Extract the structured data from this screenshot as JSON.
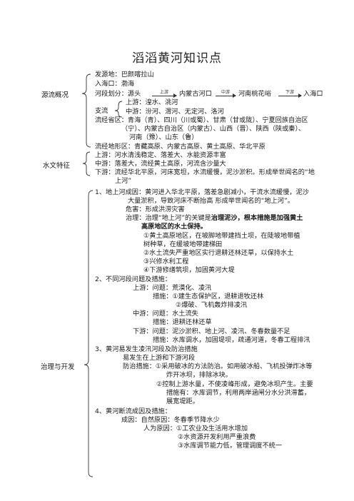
{
  "title": "滔滔黄河知识点",
  "categories": {
    "source": "源流概况",
    "hydro": "水文特征",
    "gov": "治理与开发"
  },
  "source": {
    "origin": "发源地：巴颜喀拉山",
    "mouth": "入海口：渤海",
    "division_label": "河段划分：源头",
    "div_a1": "上游",
    "div_p1": "内蒙古河口",
    "div_a2": "中游",
    "div_p2": "河南桃花峪",
    "div_a3": "下游",
    "div_p3": "入海口",
    "trib_label": "支流",
    "trib_up": "上游：湟水、洮河",
    "trib_mid": "中游：汾河、渭河、无定河、洛河",
    "prov_1": "流经省区：青海（青）、四川（川或蜀）、甘肃（甘或陇）、宁夏回族自治区",
    "prov_2": "（宁）、内蒙古自治区（内蒙古）、山西（晋）、陕西（陕或秦）、",
    "prov_3": "河南（豫）、山东（鲁）",
    "terrain": "流经地形区：青藏高原、内蒙古高原、黄土高原、华北平原"
  },
  "hydro": {
    "up": "上游：河水清浅稳定、落差大、水能资源丰富",
    "mid": "中游：落差大，流经黄土高原，河流含沙量大",
    "down_1": "下游：流经华北平原，河床宽坦，水流缓慢，泥沙淤积。形成举世闻名的“地",
    "down_2": "上河”"
  },
  "gov": {
    "s1_1": "1、地上河成因：黄河进入华北平原，落差急剧减小，干流水流缓慢，泥沙",
    "s1_2": "大量淤积，导致河床不断抬高 形成举世闻名的“地上河”。",
    "s1_harm": "危害：形成洪涝灾害",
    "s1_ctrl_a": "治理：治理“地上河”的关键是",
    "s1_ctrl_b": "治理泥沙，根本措施是加强黄土",
    "s1_ctrl_c": "高原地区的水土保持。",
    "s1_m1a": "①黄土高原地区，在坡脚地带建挡土坝，在陡坡地带植",
    "s1_m1b": "树种草，在缓坡地带建梯田",
    "s1_m2": "②水土流失严重地区实行退耕还林还草，以保持水土",
    "s1_m3": "③兴修水利工程",
    "s1_m4": "④下游修缮筑坝，加固黄河大堤",
    "s2": "2、不同河段问题及措施：",
    "s2_up_p": "上游：问题：荒漠化、凌汛",
    "s2_up_m1": "措施：①建生态保护区，退耕退牧还林",
    "s2_up_m2": "②爆破、飞机轰炸排凌汛",
    "s2_mid_p": "中游：问题：水土流失",
    "s2_mid_m": "措施：退耕还林还草",
    "s2_dn_p": "下游：问题：泥沙淤积、地上河、凌汛、冬春数量不足",
    "s2_dn_m": "措施：水库调水，加固堤坝，疏通河道，冬春工程排汛",
    "s3": "3、黄河易发生凌汛河段及防治措施",
    "s3_a": "易发生在上游和下游河段",
    "s3_b1": "防治措施：①采用破冰的方法防治。如用破冰船、飞机投弹炸冰等",
    "s3_b2": "炸开冰坝，排除冰块。",
    "s3_c1": "②控制上游水量，不使凌峰形成，避免冰坝产生。主要",
    "s3_c2": "措施有：水库调节，利用两岸涵闸分水分洪滞蓄，",
    "s3_c3": "展宽堤距。",
    "s4": "4、黄河断流成因及措施：",
    "s4_nat": "成因：自然原因：冬春季节降水少",
    "s4_h1": "人为原因：①工农业及生活用水增加",
    "s4_h2": "②水资源开发利用严重浪费",
    "s4_h3": "③水库调节能力低，管理调度不统一"
  }
}
